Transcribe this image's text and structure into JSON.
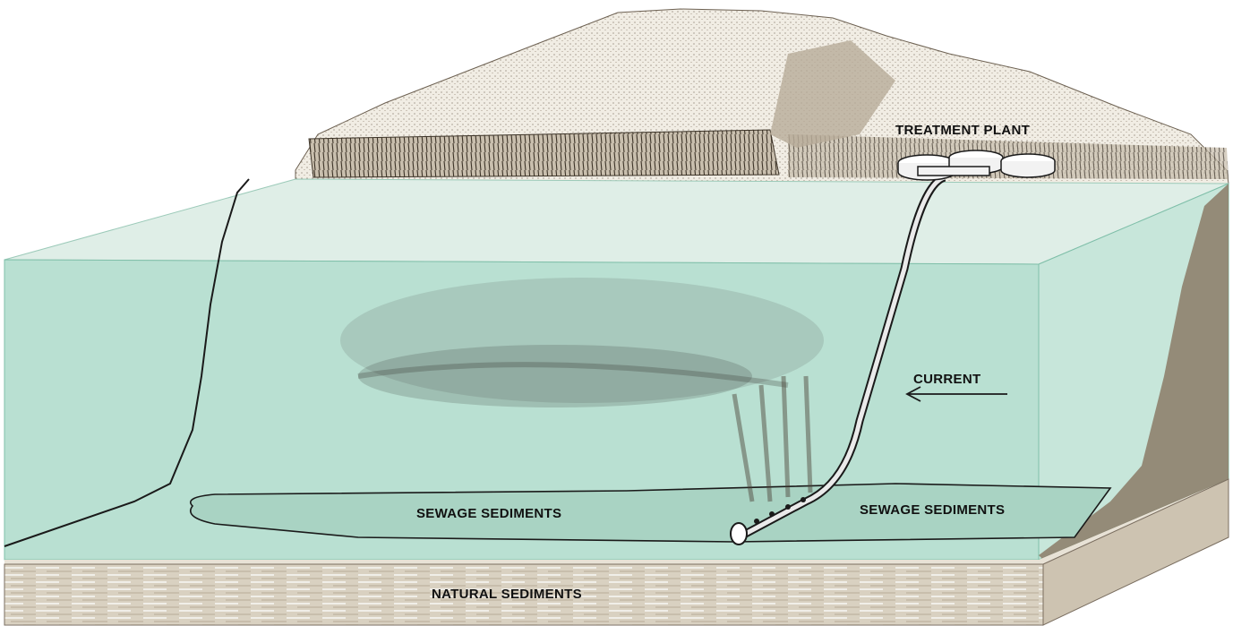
{
  "labels": {
    "treatment_plant": "TREATMENT PLANT",
    "current": "CURRENT",
    "sewage_sediments_left": "SEWAGE SEDIMENTS",
    "sewage_sediments_right": "SEWAGE SEDIMENTS",
    "natural_sediments": "NATURAL SEDIMENTS"
  },
  "colors": {
    "water": "#b9e0d2",
    "water_front": "#a6d7c6",
    "land": "#ece7dc",
    "cliff": "#8b7a66",
    "sediment_band": "#d8d0c0",
    "plume": "#2e2a26",
    "outline": "#1a1a1a"
  },
  "icons": {
    "current_arrow": "arrow-left-icon",
    "outfall_pipe": "pipe-icon",
    "treatment_tanks": "tank-icon"
  }
}
